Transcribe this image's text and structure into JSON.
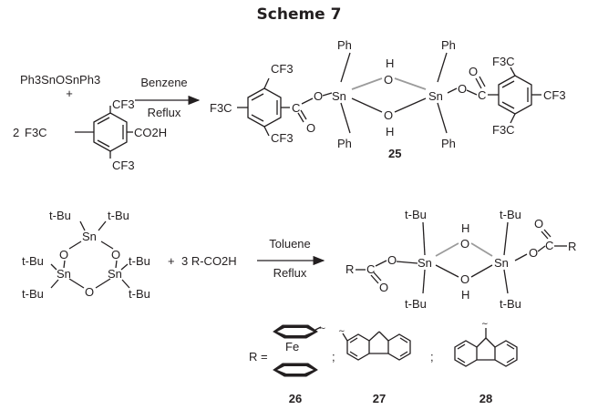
{
  "title": "Scheme 7",
  "reaction1": {
    "reactant1": "Ph3SnOSnPh3",
    "plus": "+",
    "coef": "2",
    "acid_group": "CO2H",
    "cf3": "CF3",
    "f3c": "F3C",
    "condition_above": "Benzene",
    "condition_below": "Reflux",
    "product_label": "25",
    "ph": "Ph",
    "sn": "Sn",
    "o": "O",
    "h": "H",
    "c": "C"
  },
  "reaction2": {
    "tbu": "t-Bu",
    "sn": "Sn",
    "o": "O",
    "plus": "+",
    "reagent": "3 R-CO2H",
    "condition_above": "Toluene",
    "condition_below": "Reflux",
    "r": "R",
    "c": "C",
    "h": "H"
  },
  "r_groups": {
    "r_eq": "R =",
    "fe": "Fe",
    "sep": ";",
    "labels": [
      "26",
      "27",
      "28"
    ]
  }
}
